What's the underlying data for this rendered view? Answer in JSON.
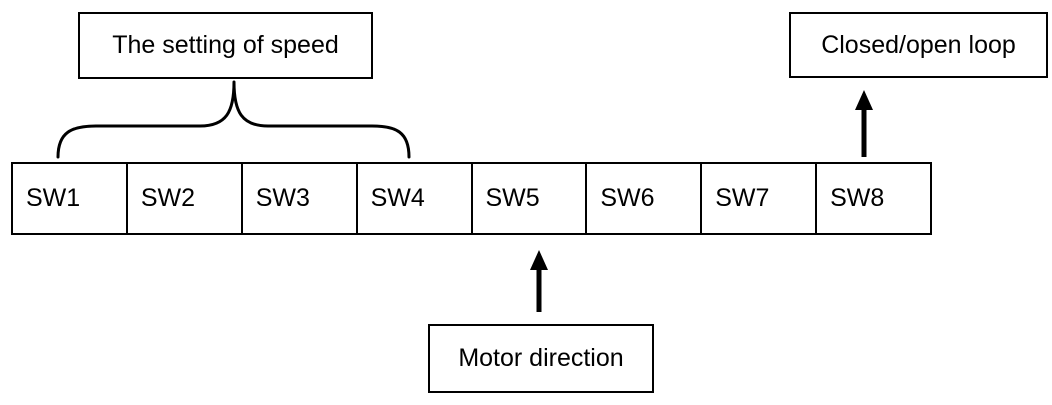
{
  "labels": {
    "speed": "The setting of speed",
    "loop": "Closed/open loop",
    "direction": "Motor direction"
  },
  "switches": [
    "SW1",
    "SW2",
    "SW3",
    "SW4",
    "SW5",
    "SW6",
    "SW7",
    "SW8"
  ],
  "icons": {
    "brace": "curly-brace-icon",
    "arrow_up": "arrow-up-icon"
  },
  "colors": {
    "stroke": "#000000",
    "background": "#ffffff"
  }
}
